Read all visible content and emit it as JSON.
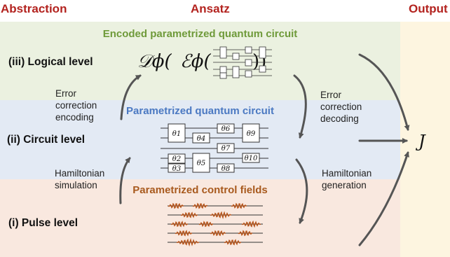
{
  "headers": {
    "abstraction": "Abstraction",
    "ansatz": "Ansatz",
    "output": "Output"
  },
  "levels": {
    "logical": "(iii)  Logical level",
    "circuit": "(ii)  Circuit level",
    "pulse": "(i)  Pulse level"
  },
  "band_titles": {
    "encoded": "Encoded parametrized quantum circuit",
    "circuit": "Parametrized quantum circuit",
    "pulse": "Parametrized control fields"
  },
  "transitions": {
    "ec_encoding": [
      "Error",
      "correction",
      "encoding"
    ],
    "ec_decoding": [
      "Error",
      "correction",
      "decoding"
    ],
    "ham_simulation": [
      "Hamiltonian",
      "simulation"
    ],
    "ham_generation": [
      "Hamiltonian",
      "generation"
    ]
  },
  "math": {
    "d_phi": "𝒟ϕ(",
    "e_phi": "ℰϕ(",
    "close": "))",
    "output": "J"
  },
  "gates": [
    "θ1",
    "θ2",
    "θ3",
    "θ4",
    "θ5",
    "θ6",
    "θ7",
    "θ8",
    "θ9",
    "θ10"
  ],
  "colors": {
    "header": "#b3231f",
    "logical_band": "#ebf1e0",
    "circuit_band": "#e3eaf4",
    "pulse_band": "#f9e8df",
    "output_band": "#fdf5e0",
    "encoded_title": "#6f9a3a",
    "circuit_title": "#4b79c2",
    "pulse_title": "#a85a1e",
    "arrow": "#555555",
    "pulse_wave": "#b8561c"
  }
}
